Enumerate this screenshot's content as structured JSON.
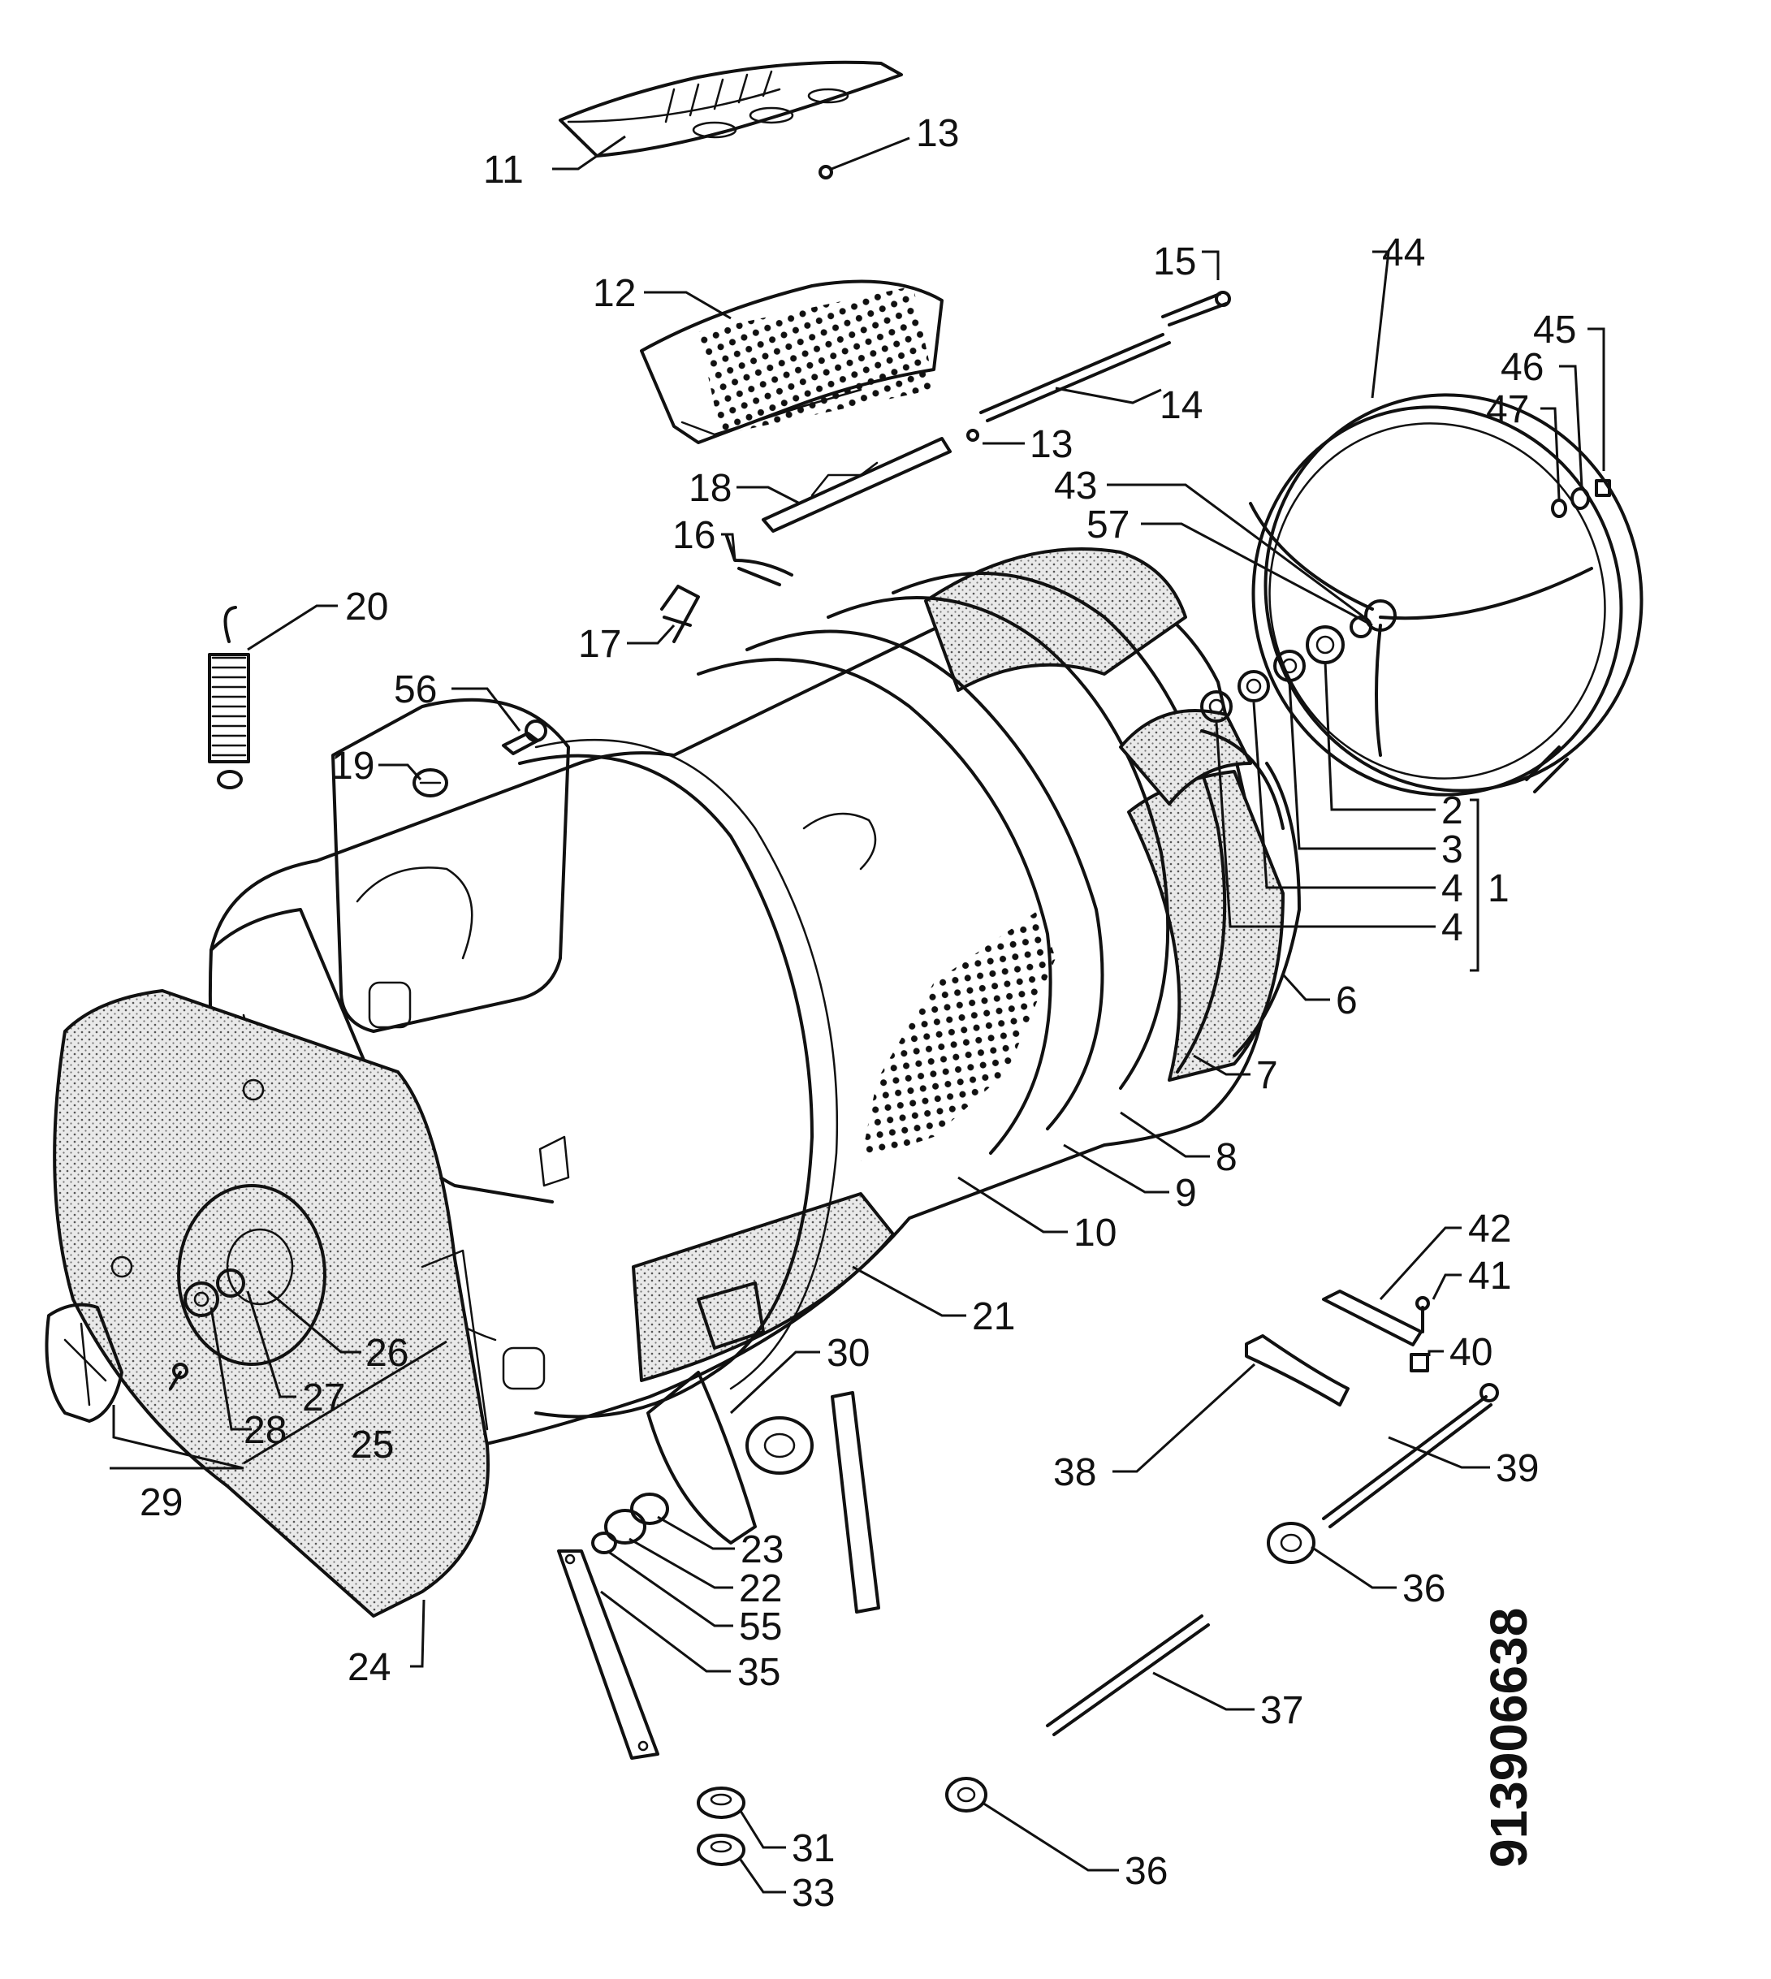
{
  "callouts": [
    {
      "id": "c11",
      "text": "11"
    },
    {
      "id": "c13a",
      "text": "13"
    },
    {
      "id": "c15",
      "text": "15"
    },
    {
      "id": "c44",
      "text": "44"
    },
    {
      "id": "c12",
      "text": "12"
    },
    {
      "id": "c45",
      "text": "45"
    },
    {
      "id": "c46",
      "text": "46"
    },
    {
      "id": "c14",
      "text": "14"
    },
    {
      "id": "c47",
      "text": "47"
    },
    {
      "id": "c13b",
      "text": "13"
    },
    {
      "id": "c43",
      "text": "43"
    },
    {
      "id": "c18",
      "text": "18"
    },
    {
      "id": "c57",
      "text": "57"
    },
    {
      "id": "c16",
      "text": "16"
    },
    {
      "id": "c20",
      "text": "20"
    },
    {
      "id": "c17",
      "text": "17"
    },
    {
      "id": "c56",
      "text": "56"
    },
    {
      "id": "c19",
      "text": "19"
    },
    {
      "id": "c2",
      "text": "2"
    },
    {
      "id": "c3",
      "text": "3"
    },
    {
      "id": "c4a",
      "text": "4"
    },
    {
      "id": "c1",
      "text": "1"
    },
    {
      "id": "c4b",
      "text": "4"
    },
    {
      "id": "c6",
      "text": "6"
    },
    {
      "id": "c7",
      "text": "7"
    },
    {
      "id": "c8",
      "text": "8"
    },
    {
      "id": "c9",
      "text": "9"
    },
    {
      "id": "c10",
      "text": "10"
    },
    {
      "id": "c42",
      "text": "42"
    },
    {
      "id": "c41",
      "text": "41"
    },
    {
      "id": "c21",
      "text": "21"
    },
    {
      "id": "c26",
      "text": "26"
    },
    {
      "id": "c30",
      "text": "30"
    },
    {
      "id": "c40",
      "text": "40"
    },
    {
      "id": "c27",
      "text": "27"
    },
    {
      "id": "c25",
      "text": "25"
    },
    {
      "id": "c28",
      "text": "28"
    },
    {
      "id": "c38",
      "text": "38"
    },
    {
      "id": "c39",
      "text": "39"
    },
    {
      "id": "c29",
      "text": "29"
    },
    {
      "id": "c23",
      "text": "23"
    },
    {
      "id": "c22",
      "text": "22"
    },
    {
      "id": "c36a",
      "text": "36"
    },
    {
      "id": "c55",
      "text": "55"
    },
    {
      "id": "c35",
      "text": "35"
    },
    {
      "id": "c24",
      "text": "24"
    },
    {
      "id": "c37",
      "text": "37"
    },
    {
      "id": "c31",
      "text": "31"
    },
    {
      "id": "c36b",
      "text": "36"
    },
    {
      "id": "c33",
      "text": "33"
    }
  ],
  "drawing_code": "913906638"
}
